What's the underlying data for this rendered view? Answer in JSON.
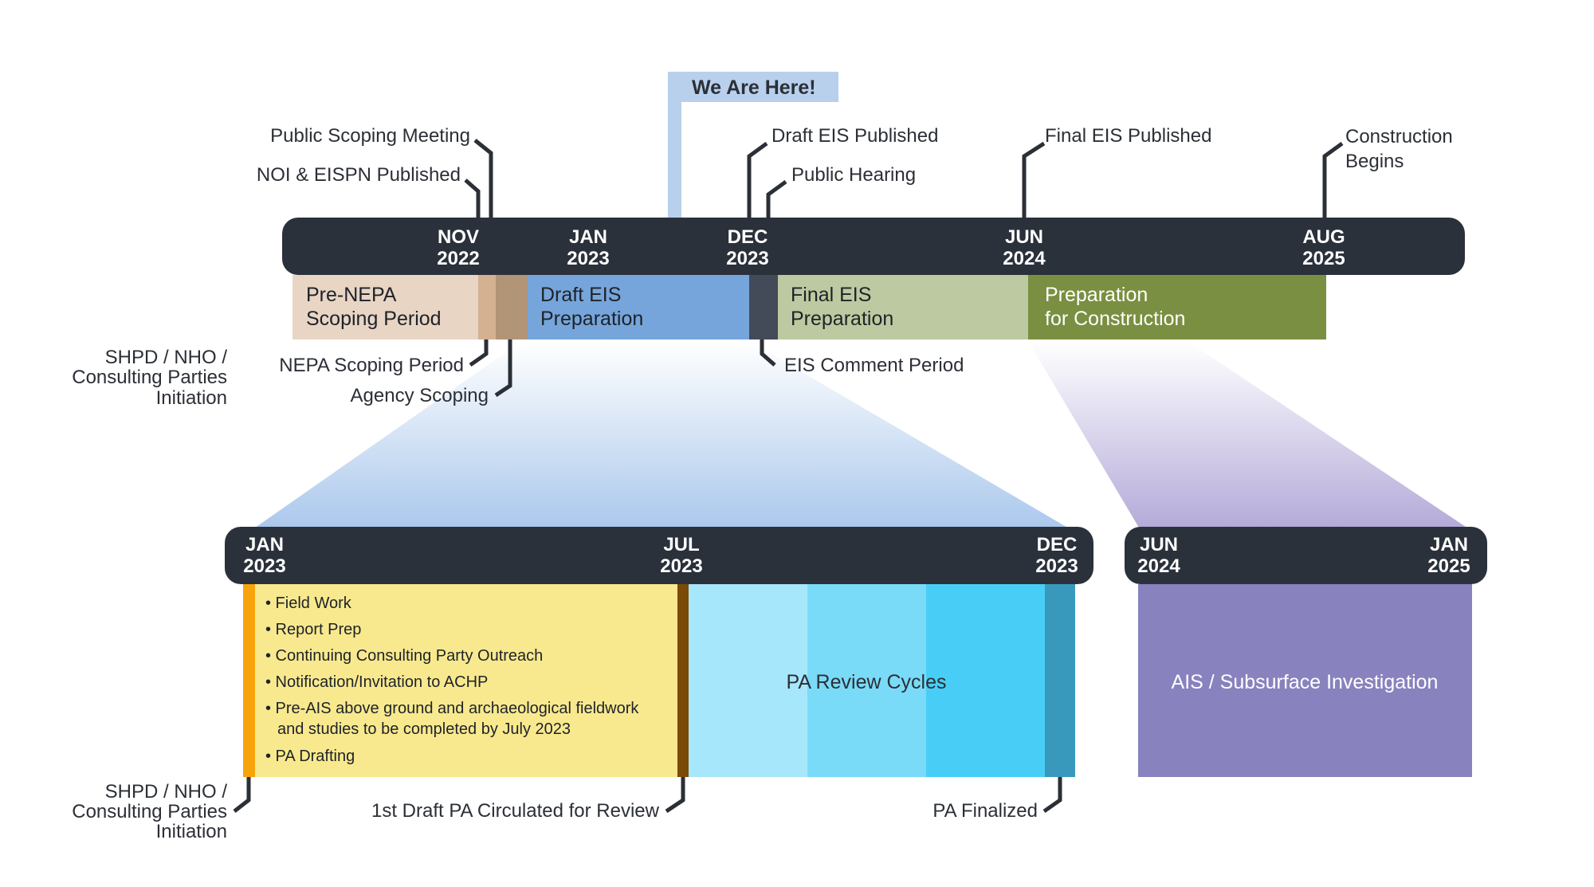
{
  "we_are_here": "We Are Here!",
  "top_timeline": {
    "ticks": [
      {
        "month": "NOV",
        "year": "2022"
      },
      {
        "month": "JAN",
        "year": "2023"
      },
      {
        "month": "DEC",
        "year": "2023"
      },
      {
        "month": "JUN",
        "year": "2024"
      },
      {
        "month": "AUG",
        "year": "2025"
      }
    ],
    "phases": [
      {
        "line1": "Pre-NEPA",
        "line2": "Scoping Period",
        "color": "#e8d5c4"
      },
      {
        "line1": "Draft EIS",
        "line2": "Preparation",
        "color": "#76a5db"
      },
      {
        "line1": "Final EIS",
        "line2": "Preparation",
        "color": "#bdc9a0"
      },
      {
        "line1": "Preparation",
        "line2": "for Construction",
        "color": "#7a8f41"
      }
    ],
    "milestones_above": [
      "Public Scoping Meeting",
      "NOI & EISPN Published",
      "Draft EIS Published",
      "Public Hearing",
      "Final EIS Published",
      {
        "line1": "Construction",
        "line2": "Begins"
      }
    ],
    "milestones_below": {
      "shpd": {
        "line1": "SHPD / NHO /",
        "line2": "Consulting Parties",
        "line3": "Initiation"
      },
      "nepa_scoping": "NEPA Scoping Period",
      "agency_scoping": "Agency Scoping",
      "eis_comment": "EIS Comment Period"
    }
  },
  "detail_left": {
    "ticks": [
      {
        "month": "JAN",
        "year": "2023"
      },
      {
        "month": "JUL",
        "year": "2023"
      },
      {
        "month": "DEC",
        "year": "2023"
      }
    ],
    "bullets": [
      "• Field Work",
      "• Report Prep",
      "• Continuing Consulting Party Outreach",
      "• Notification/Invitation to ACHP",
      "• Pre-AIS above ground and archaeological fieldwork",
      "and studies to be completed by July 2023",
      "• PA Drafting"
    ],
    "review_label": "PA Review Cycles",
    "below": {
      "shpd": {
        "line1": "SHPD / NHO /",
        "line2": "Consulting Parties",
        "line3": "Initiation"
      },
      "first_draft": "1st Draft PA Circulated for Review",
      "finalized": "PA Finalized"
    }
  },
  "detail_right": {
    "ticks": [
      {
        "month": "JUN",
        "year": "2024"
      },
      {
        "month": "JAN",
        "year": "2025"
      }
    ],
    "label": "AIS / Subsurface Investigation",
    "color": "#8882be"
  }
}
